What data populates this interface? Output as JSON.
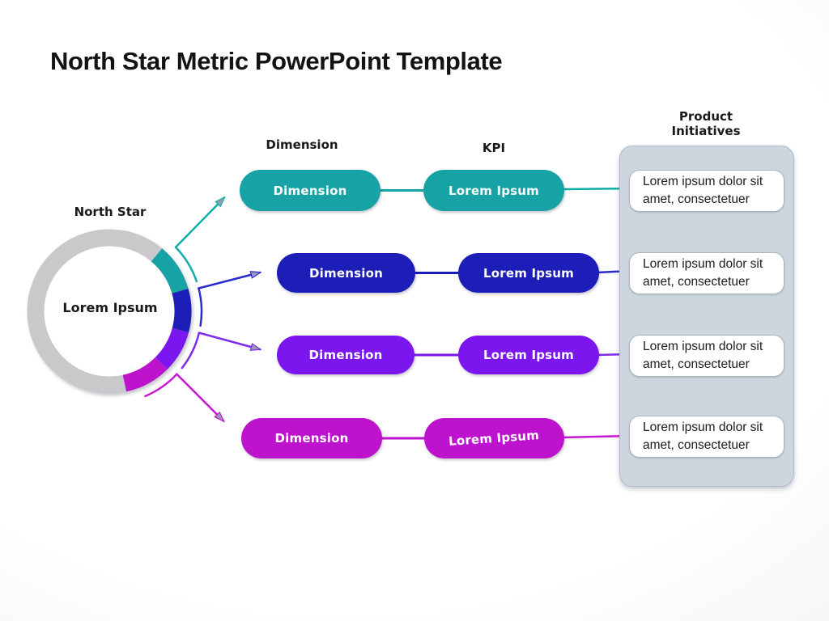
{
  "slide": {
    "title": "North Star Metric PowerPoint Template"
  },
  "north_star": {
    "label": "North Star",
    "center_label": "Lorem Ipsum"
  },
  "headers": {
    "dimension": "Dimension",
    "kpi": "KPI",
    "product_initiatives": "Product Initiatives"
  },
  "rows": [
    {
      "name": "teal",
      "color": "#17A2A6",
      "dimension": "Dimension",
      "kpi": "Lorem Ipsum",
      "initiative": "Lorem ipsum dolor sit amet, consectetuer"
    },
    {
      "name": "blue",
      "color": "#1D1DB8",
      "dimension": "Dimension",
      "kpi": "Lorem Ipsum",
      "initiative": "Lorem ipsum dolor sit amet, consectetuer"
    },
    {
      "name": "violet",
      "color": "#7B17EE",
      "dimension": "Dimension",
      "kpi": "Lorem Ipsum",
      "initiative": "Lorem ipsum dolor sit amet, consectetuer"
    },
    {
      "name": "magenta",
      "color": "#BD13CC",
      "dimension": "Dimension",
      "kpi": "Lorem Ipsum",
      "initiative": "Lorem ipsum dolor sit amet, consectetuer"
    }
  ],
  "palette": {
    "ring_gray": "#C9C9CC",
    "panel_fill": "#CDD6DE",
    "panel_border": "#AFBBC6",
    "card_fill": "#FFFFFF",
    "card_border": "#ABB5BD",
    "arrowhead_fill": "#9B99B6",
    "title_color": "#131313"
  }
}
